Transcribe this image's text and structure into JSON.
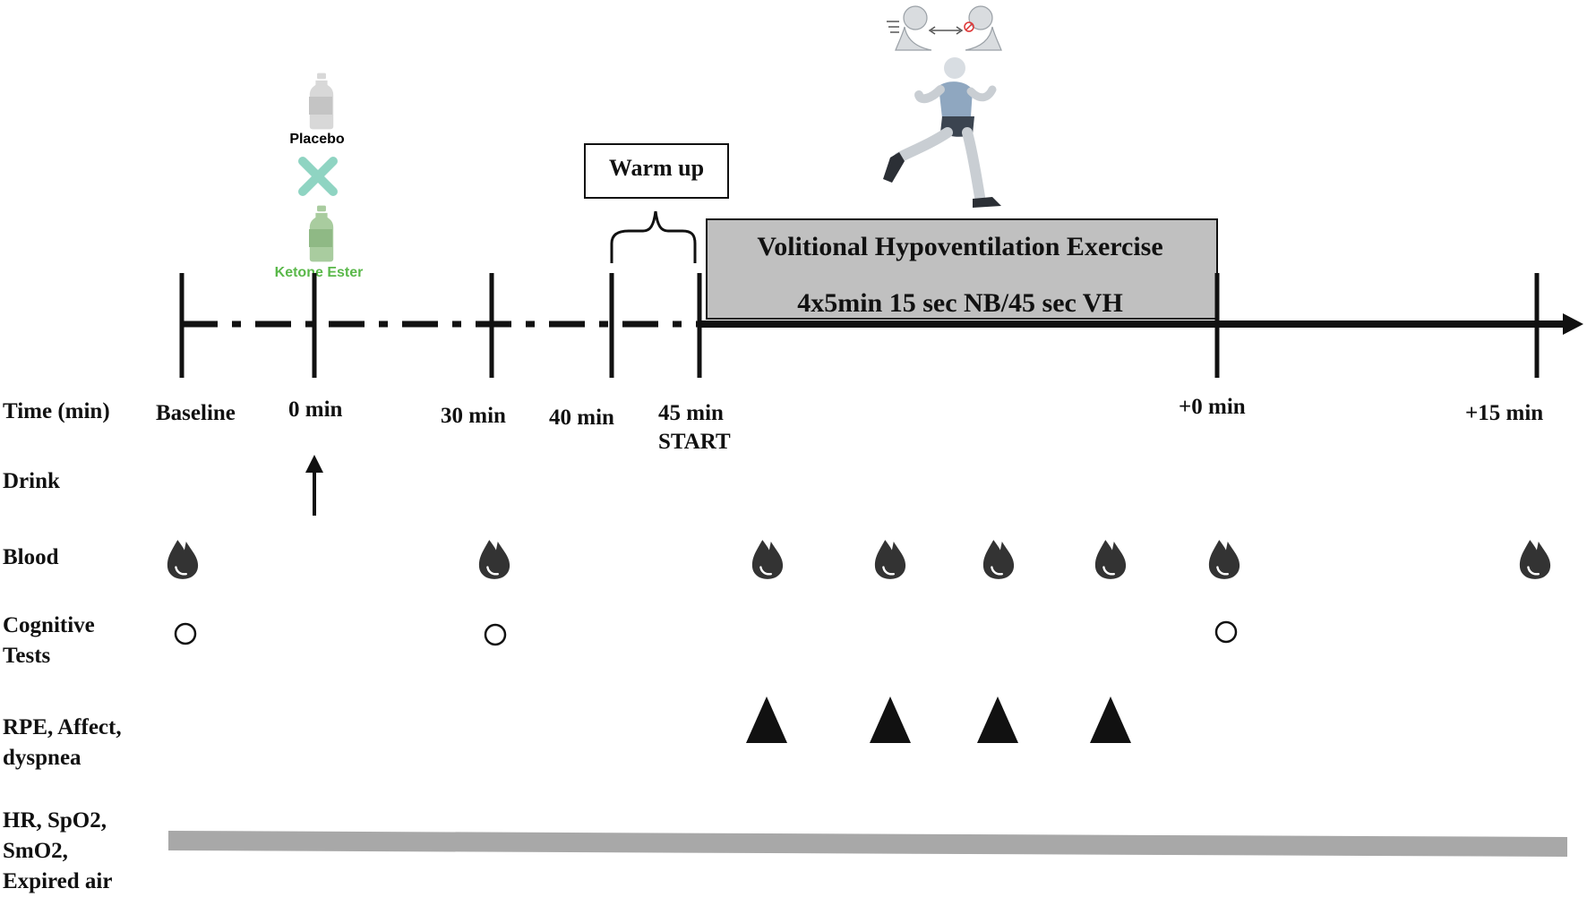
{
  "supplement": {
    "placebo_label": "Placebo",
    "ketone_label": "Ketone Ester",
    "placebo_color": "#333333",
    "ketone_color": "#5ab84a",
    "cross_color": "#8fd4c2"
  },
  "warmup_label": "Warm up",
  "exercise": {
    "title": "Volitional Hypoventilation Exercise",
    "protocol": "4x5min 15 sec NB/45 sec VH",
    "box_color": "#c0c0c0"
  },
  "timepoints": {
    "baseline": "Baseline",
    "t0": "0 min",
    "t30": "30 min",
    "t40": "40 min",
    "t45": "45 min",
    "start": "START",
    "post0": "+0 min",
    "post15": "+15 min"
  },
  "rows": {
    "time": "Time (min)",
    "drink": "Drink",
    "blood": "Blood",
    "cognitive_1": "Cognitive",
    "cognitive_2": "Tests",
    "rpe_1": "RPE, Affect,",
    "rpe_2": "dyspnea",
    "hr_1": "HR, SpO2,",
    "hr_2": "SmO2,",
    "hr_3": "Expired air"
  },
  "icons": [
    "bottle-icon",
    "cross-icon",
    "runner-icon",
    "breathing-icon",
    "blood-drop-icon",
    "circle-marker-icon",
    "triangle-marker-icon",
    "arrow-up-icon"
  ]
}
